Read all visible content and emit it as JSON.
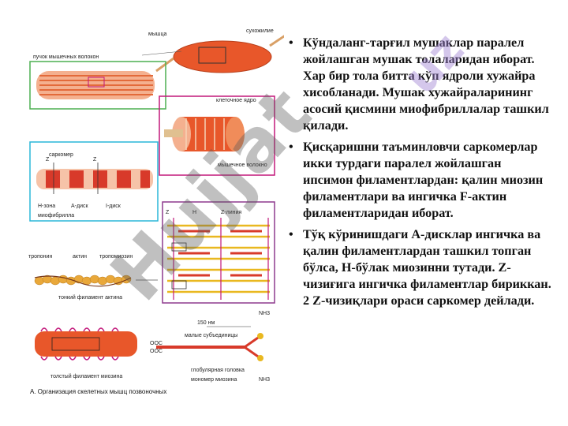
{
  "figure": {
    "labels": {
      "muscle": "мышца",
      "tendon": "сухожилие",
      "fiber_bundle": "пучок мышечных волокон",
      "cell_nucleus": "клеточное ядро",
      "muscle_fiber": "мышечное волокно",
      "sarcomere": "саркомер",
      "z1": "Z",
      "z2": "Z",
      "h_zone": "Н-зона",
      "a_disc": "А-диск",
      "i_disc": "I-диск",
      "myofibril": "миофибрилла",
      "z_top": "Z",
      "h_top": "Н",
      "z_line": "Z-линия",
      "troponin": "тропонин",
      "actin": "актин",
      "tropomyosin": "тропомиозин",
      "thin_filament": "тонкий филамент актина",
      "nm150": "150 нм",
      "light_subunits": "малые субъединицы",
      "nh3_top": "NH3",
      "cooc1": "ООС",
      "cooc2": "ООС",
      "globular_head": "глобулярная головка",
      "thick_filament": "толстый филамент миозина",
      "myosin_monomer": "мономер миозина",
      "nh3_bottom": "NH3"
    },
    "caption": "А. Организация скелетных мышц позвоночных"
  },
  "bullets": [
    "Кўндаланг-тарғил мушаклар паралел жойлашган мушак толаларидан иборат. Хар бир тола битта кўп ядроли хужайра хисобланади. Мушак хужайраларининг асосий қисмини миофибриллалар ташкил қилади.",
    "Қисқаришни таъминловчи саркомерлар икки турдаги паралел жойлашган ипсимон филаментлардан: қалин миозин филаментлари ва ингичка F-актин филаментларидан иборат.",
    "Тўқ кўринишдаги А-дисклар ингичка ва қалин филаментлардан ташкил топган бўлса, Н-бўлак миозинни тутади. Z-чизиғига ингичка филаментлар бириккан. 2 Z-чизиқлари ораси саркомер дейлади."
  ],
  "watermark": "Hujjat",
  "watermark2": "uz",
  "colors": {
    "muscle": "#e8572a",
    "frame_green": "#4caf50",
    "frame_magenta": "#c2187a",
    "frame_cyan": "#2ab7d8",
    "frame_purple": "#8e3a8e",
    "filament": "#e9b820"
  }
}
